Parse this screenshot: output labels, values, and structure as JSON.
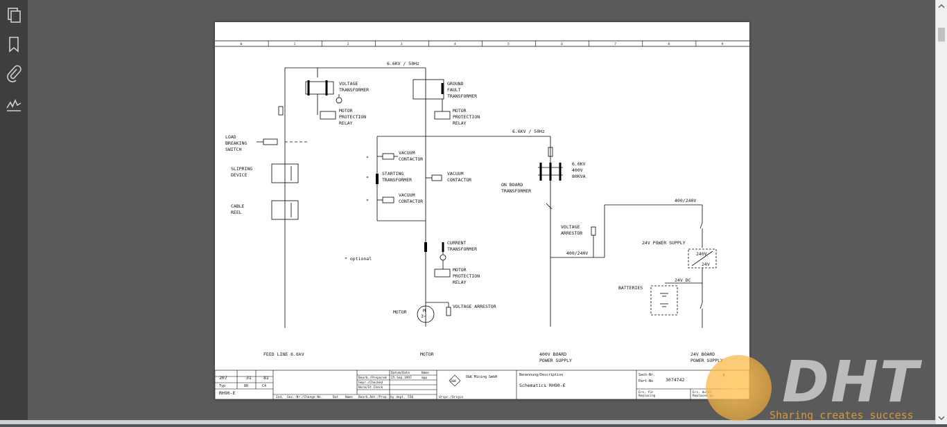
{
  "sidebar": {
    "items": [
      {
        "name": "pages-icon"
      },
      {
        "name": "bookmark-icon"
      },
      {
        "name": "attachment-icon"
      },
      {
        "name": "signature-icon"
      }
    ]
  },
  "schematic": {
    "column_numbers": [
      "0",
      "1",
      "2",
      "3",
      "4",
      "5",
      "6",
      "7",
      "8",
      "9"
    ],
    "labels": {
      "main_voltage": "6.6KV / 50Hz",
      "voltage_transformer": [
        "VOLTAGE",
        "TRANSFORMER"
      ],
      "gf_transformer": [
        "GROUND",
        "FAULT",
        "TRANSFORMER"
      ],
      "motor_prot_relay_1": [
        "MOTOR",
        "PROTECTION",
        "RELAY"
      ],
      "motor_prot_relay_2": [
        "MOTOR",
        "PROTECTION",
        "RELAY"
      ],
      "motor_prot_relay_3": [
        "MOTOR",
        "PROTECTION",
        "RELAY"
      ],
      "load_switch": [
        "LOAD",
        "BREAKING",
        "SWITCH"
      ],
      "slipring": [
        "SLIPRING",
        "DEVICE"
      ],
      "cable_reel": [
        "CABLE",
        "REEL"
      ],
      "branch_voltage": "6.6KV / 50Hz",
      "vacuum_contactor_1": [
        "VACUUM",
        "CONTACTOR"
      ],
      "starting_transformer": [
        "STARTING",
        "TRANSFORMER"
      ],
      "vacuum_contactor_2": [
        "VACUUM",
        "CONTACTOR"
      ],
      "vacuum_contactor_3": [
        "VACUUM",
        "CONTACTOR"
      ],
      "onboard_rating": [
        "6.6KV",
        "400V",
        "80KVA"
      ],
      "onboard_transformer": [
        "ON BOARD",
        "TRANSFORMER"
      ],
      "voltage_arrestor_1": [
        "VOLTAGE",
        "ARRESTOR"
      ],
      "v400_240_top": "400/240V",
      "v400_240_mid": "400/240V",
      "psu_label": "24V POWER SUPPLY",
      "psu_240": "240V",
      "psu_24": "24V",
      "v24dc": "24V DC",
      "batteries": "BATTERIES",
      "current_transformer": [
        "CURRENT",
        "TRANSFORMER"
      ],
      "optional": "* optional",
      "motor_prot_relay_4": [
        "MOTOR",
        "PROTECTION",
        "RELAY"
      ],
      "motor": "MOTOR",
      "motor_symbol_m": "M",
      "motor_symbol_3": "3~",
      "voltage_arrestor_2": "VOLTAGE ARRESTOR",
      "star": "*",
      "feed_line": "FEED LINE 6.6kV",
      "motor_bottom": "MOTOR",
      "board_400": [
        "400V BOARD",
        "POWER SUPPLY"
      ],
      "board_24": [
        "24V BOARD",
        "POWER SUPPLY"
      ]
    },
    "title_block": {
      "rev_cells": [
        "207",
        "31",
        "81"
      ],
      "typ_label": "Typ",
      "typ_cells": [
        "80",
        "C4"
      ],
      "model": "RH90-E",
      "col_date": "Datum/Date",
      "col_name": "Name",
      "row_prepared": "Bearb./Prepared",
      "prepared_date": "25.Sep.1997",
      "prepared_name": "mpp",
      "row_checked": "Gepr./Checked",
      "row_norm": "Norm/St.Check",
      "bottom_index": "Ind.",
      "bottom_change": "Gez.-Nr./Change-No.",
      "bottom_date": "Dat.",
      "bottom_name": "Name",
      "bottom_dept": "Bearb.Abt./Prep. by dept.",
      "bottom_dept_no": "550",
      "bottom_orig": "Urspr./Origin",
      "company_logo": "O&K",
      "company": "O&K Mining GmbH",
      "desc_label": "Benennung/Description",
      "desc": "Schematics RH90-E",
      "sach_label": "Sach-Nr.",
      "part_label": "Part-No",
      "part_no": "3074742",
      "sheet": "4",
      "ers_label": [
        "Ers. für",
        "Replacing"
      ],
      "ers_label2": [
        "Ers. durch",
        "Replaced by"
      ]
    }
  },
  "watermark": {
    "logo_text": "DHT",
    "tagline": "Sharing creates success"
  },
  "colors": {
    "viewer_bg": "#525659",
    "sidebar_bg": "#3e3e3e",
    "page_bg": "#ffffff",
    "watermark_orange": "#f0a030"
  }
}
